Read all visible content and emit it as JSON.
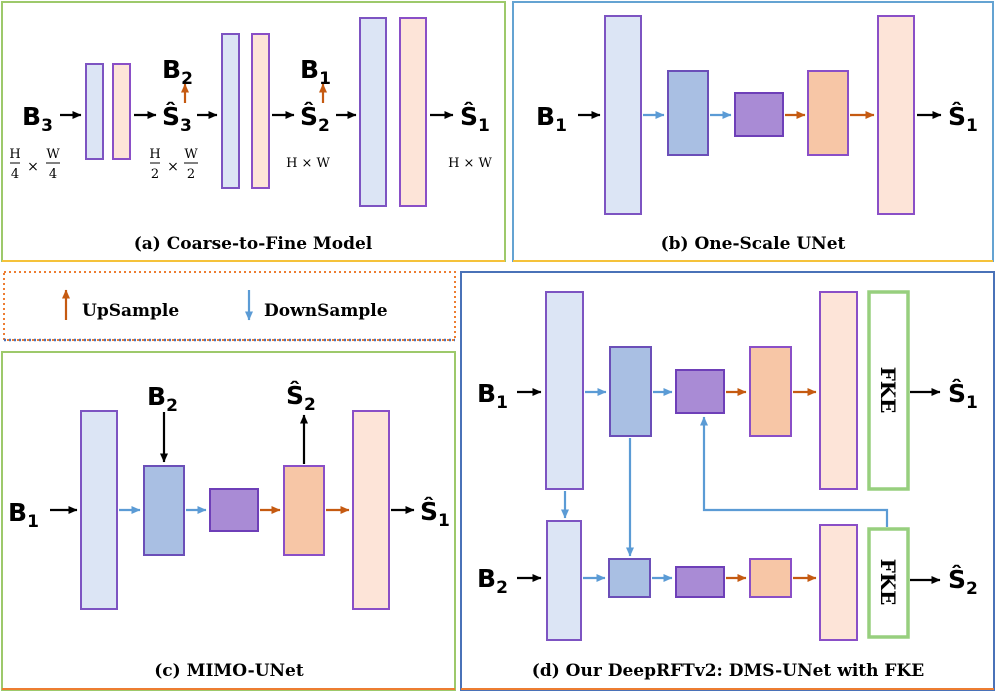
{
  "panels": {
    "a": {
      "caption": "(a) Coarse-to-Fine Model"
    },
    "b": {
      "caption": "(b) One-Scale UNet"
    },
    "c": {
      "caption": "(c) MIMO-UNet"
    },
    "d": {
      "caption": "(d) Our DeepRFTv2: DMS-UNet with FKE"
    }
  },
  "legend": {
    "upsample": "UpSample",
    "downsample": "DownSample"
  },
  "labels": {
    "B1": {
      "base": "B",
      "sub": "1"
    },
    "B2": {
      "base": "B",
      "sub": "2"
    },
    "B3": {
      "base": "B",
      "sub": "3"
    },
    "S1": {
      "base": "Ŝ",
      "sub": "1"
    },
    "S2": {
      "base": "Ŝ",
      "sub": "2"
    },
    "S3": {
      "base": "Ŝ",
      "sub": "3"
    }
  },
  "sizes": {
    "quarter": {
      "num1": "H",
      "den1": "4",
      "times": "×",
      "num2": "W",
      "den2": "4"
    },
    "half": {
      "num1": "H",
      "den1": "2",
      "times": "×",
      "num2": "W",
      "den2": "2"
    },
    "full": "H × W"
  },
  "fke": "FKE",
  "colors": {
    "frame_a": "#9dc96b",
    "frame_b": "#64a3d2",
    "frame_c": "#9dc96b",
    "frame_d": "#4a72b8",
    "frame_bottom": "#ed7d31",
    "upsample": "#c55a11",
    "downsample": "#5b9bd5"
  }
}
